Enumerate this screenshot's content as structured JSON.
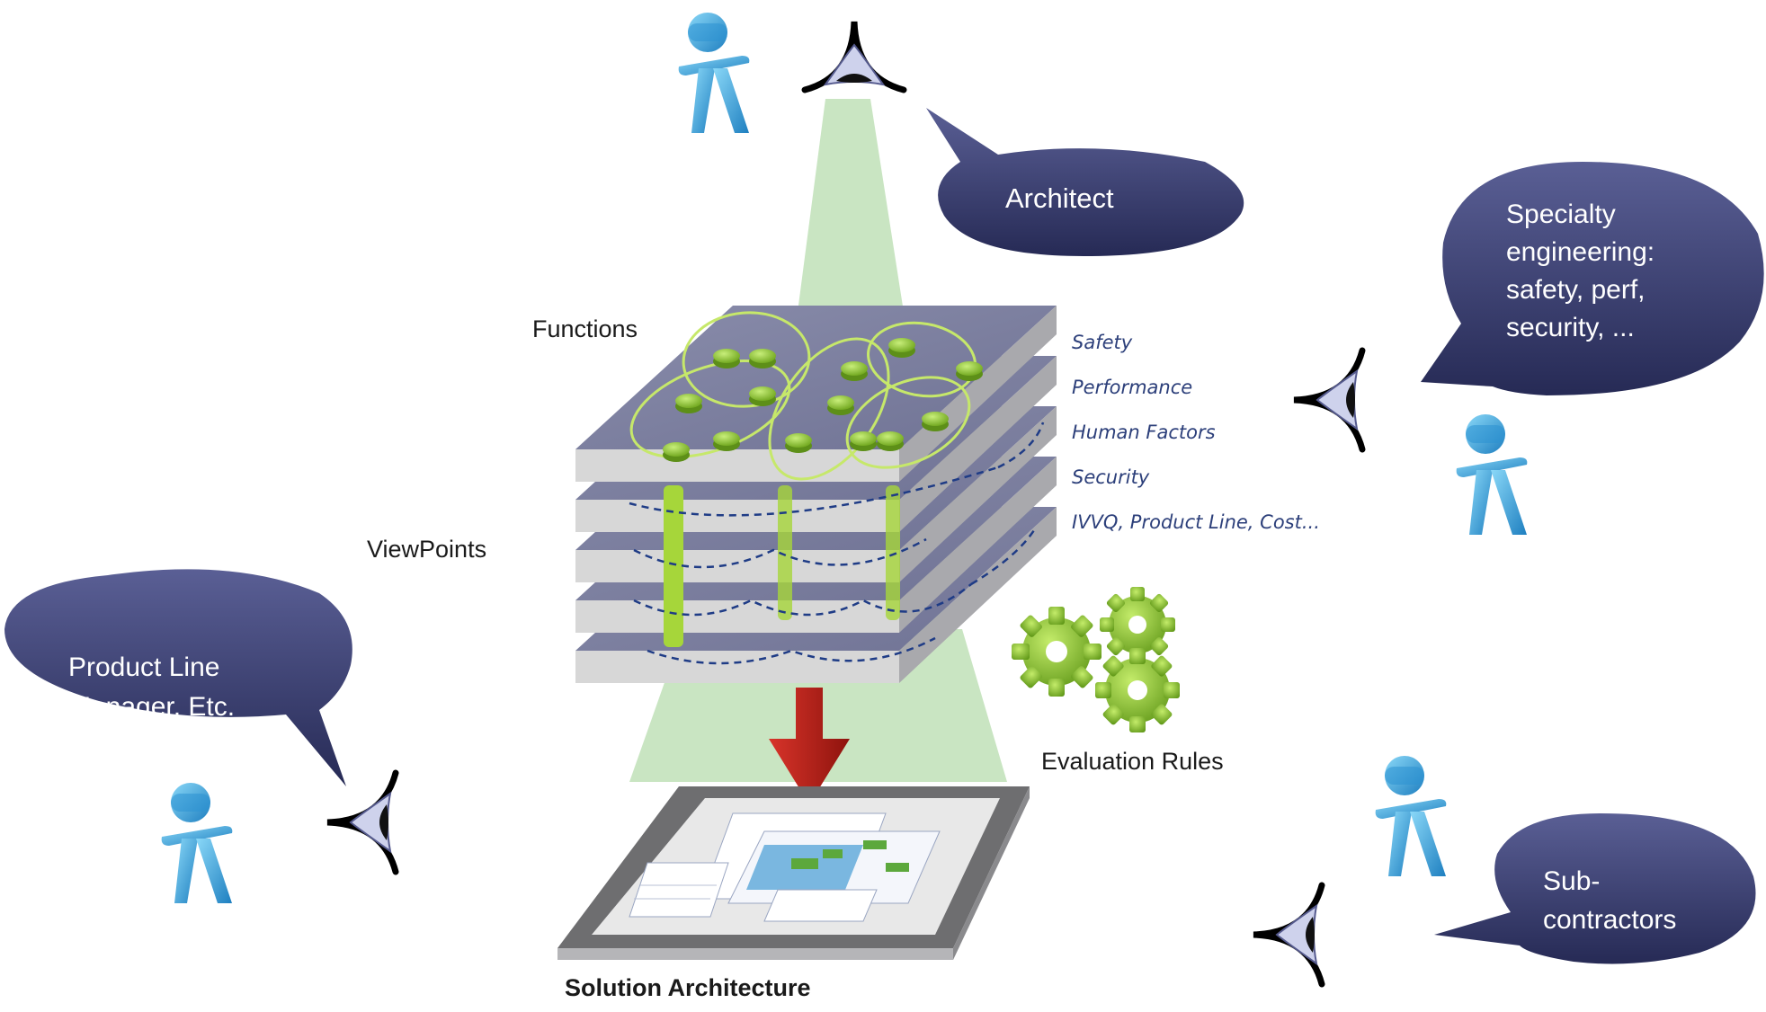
{
  "labels": {
    "functions": "Functions",
    "viewpoints": "ViewPoints",
    "evaluation_rules": "Evaluation Rules",
    "solution_architecture": "Solution Architecture"
  },
  "viewpoint_layers": [
    "Safety",
    "Performance",
    "Human Factors",
    "Security",
    "IVVQ, Product Line, Cost..."
  ],
  "bubbles": {
    "architect": [
      "Architect"
    ],
    "specialty": [
      "Specialty",
      "engineering:",
      "safety, perf,",
      "security, ..."
    ],
    "product_line": [
      "Product Line",
      "Manager, Etc."
    ],
    "subcontractors": [
      "Sub-",
      "contractors"
    ]
  },
  "colors": {
    "bubble": "#3d4274",
    "person": "#3aa6dc",
    "layer": "#8f92ab",
    "cone": "#c7e3bf",
    "arrow": "#b01d14",
    "gear": "#8fc42c",
    "function_ellipse": "#c6e86a"
  },
  "icons": [
    "person-icon",
    "eye-icon",
    "gear-icon",
    "arrow-down-icon"
  ]
}
